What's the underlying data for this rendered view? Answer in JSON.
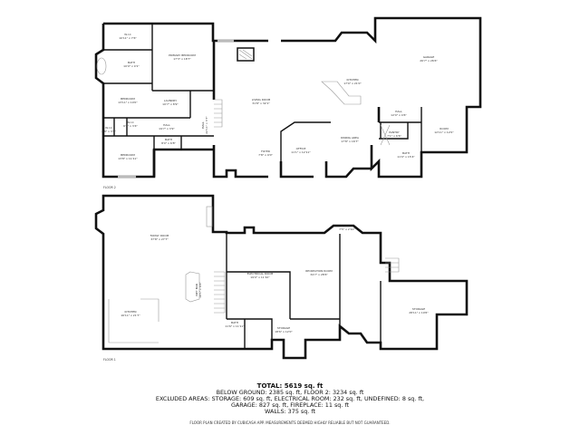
{
  "floors": [
    {
      "label": "FLOOR 2",
      "rooms": [
        {
          "name": "W.I.C",
          "dims": "10'11\" x 7'6\""
        },
        {
          "name": "PRIMARY BEDROOM",
          "dims": "17'3\" x 18'7\""
        },
        {
          "name": "BATH",
          "dims": "10'0\" x 9'1\""
        },
        {
          "name": "BEDROOM",
          "dims": "13'11\" x 10'0\""
        },
        {
          "name": "LAUNDRY",
          "dims": "10'7\" x 8'9\""
        },
        {
          "name": "W.I.C",
          "dims": "6'2\" x 3'4\""
        },
        {
          "name": "W.I.C",
          "dims": "4'8\" x 3'9\""
        },
        {
          "name": "HALL",
          "dims": "19'7\" x 3'9\""
        },
        {
          "name": "HALL",
          "dims": "22'11\" x 3'7\""
        },
        {
          "name": "BATH",
          "dims": "8'0\" x 6'8\""
        },
        {
          "name": "BEDROOM",
          "dims": "13'8\" x 11'11\""
        },
        {
          "name": "LIVING ROOM",
          "dims": "31'8\" x 32'1\""
        },
        {
          "name": "FOYER",
          "dims": "7'8\" x 9'0\""
        },
        {
          "name": "OFFICE",
          "dims": "11'1\" x 12'11\""
        },
        {
          "name": "KITCHEN",
          "dims": "17'0\" x 21'0\""
        },
        {
          "name": "DINING AREA",
          "dims": "17'8\" x 16'7\""
        },
        {
          "name": "GARAGE",
          "dims": "26'7\" x 26'6\""
        },
        {
          "name": "HALL",
          "dims": "12'0\" x 4'6\""
        },
        {
          "name": "PANTRY",
          "dims": "7'1\" x 6'6\""
        },
        {
          "name": "BATH",
          "dims": "11'0\" x 15'4\""
        },
        {
          "name": "ROOM",
          "dims": "12'11\" x 12'0\""
        }
      ]
    },
    {
      "label": "FLOOR 1",
      "rooms": [
        {
          "name": "FAMILY ROOM",
          "dims": "37'8\" x 27'7\""
        },
        {
          "name": "WET BAR",
          "dims": "10'1\" x 6'0\""
        },
        {
          "name": "KITCHEN",
          "dims": "16'11\" x 21'7\""
        },
        {
          "name": "BATH",
          "dims": "11'6\" x 11'11\""
        },
        {
          "name": "ELECTRICAL ROOM",
          "dims": "19'0\" x 11'10\""
        },
        {
          "name": "STORAGE",
          "dims": "7'5\" x 2'10\""
        },
        {
          "name": "RECREATION ROOM",
          "dims": "34'7\" x 28'6\""
        },
        {
          "name": "STORAGE",
          "dims": "18'6\" x 12'0\""
        },
        {
          "name": "STORAGE",
          "dims": "28'11\" x 19'6\""
        }
      ]
    }
  ],
  "summary": {
    "total": "TOTAL: 5619 sq. ft",
    "line1": "BELOW GROUND: 2385 sq. ft, FLOOR 2: 3234 sq. ft",
    "line2": "EXCLUDED AREAS: STORAGE: 609 sq. ft, ELECTRICAL ROOM: 232 sq. ft, UNDEFINED: 8 sq. ft,",
    "line3": "GARAGE: 827 sq. ft, FIREPLACE: 11 sq. ft",
    "line4": "WALLS: 375 sq. ft",
    "credit": "FLOOR PLAN CREATED BY CUBICASA APP. MEASUREMENTS DEEMED HIGHLY RELIABLE BUT NOT GUARANTEED."
  }
}
